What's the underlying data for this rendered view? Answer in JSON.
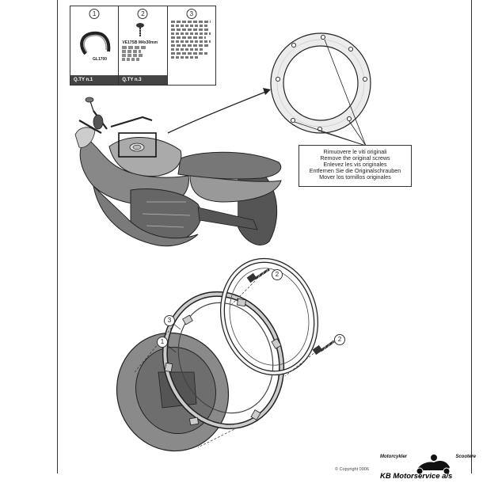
{
  "parts": [
    {
      "number": "1",
      "code": "GL1700",
      "qty": "Q.TY n.1",
      "icon": "ring-plate-icon"
    },
    {
      "number": "2",
      "code": "VE17SB M4x30mm",
      "qty": "Q.TY n.3",
      "icon": "screw-icon"
    },
    {
      "number": "3",
      "qty": "",
      "icon": "text-part-icon"
    }
  ],
  "instruction_note": {
    "lines": [
      "Rimuovere le viti originali",
      "Remove the original screws",
      "Enlevez  les vis originales",
      "Entfernen Sie die Originalschrauben",
      "Mover los tornillos originales"
    ]
  },
  "callouts": {
    "screw_top": "2",
    "screw_right": "2",
    "ring_left": "3",
    "plate_left": "1"
  },
  "footer": {
    "copyright": "© Copyright 0906",
    "brand_left": "Motorcykler",
    "brand_right": "Scootere",
    "brand_name": "KB Motorservice a/s"
  }
}
